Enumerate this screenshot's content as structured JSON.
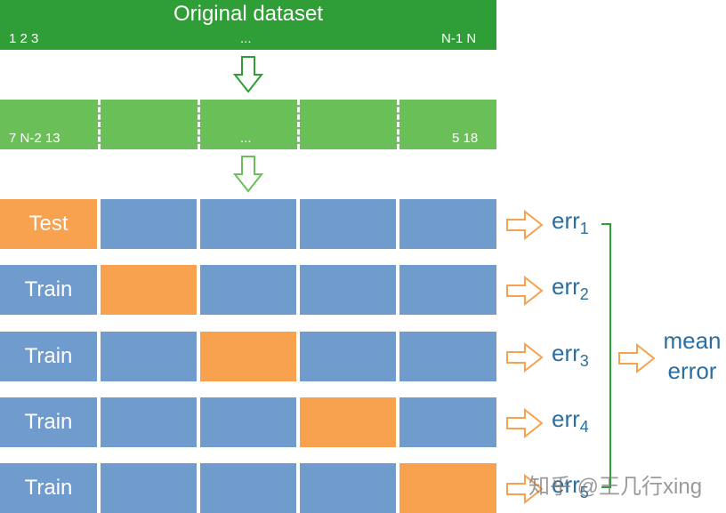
{
  "original": {
    "title": "Original dataset",
    "ticks_left": "1  2  3",
    "ticks_middle": "...",
    "ticks_right": "N-1  N"
  },
  "shuffled": {
    "ticks_left": "7  N-2  13",
    "ticks_middle": "...",
    "ticks_right": "5  18"
  },
  "folds": [
    {
      "label": "Test",
      "err": "err",
      "sub": "1"
    },
    {
      "label": "Train",
      "err": "err",
      "sub": "2"
    },
    {
      "label": "Train",
      "err": "err",
      "sub": "3"
    },
    {
      "label": "Train",
      "err": "err",
      "sub": "4"
    },
    {
      "label": "Train",
      "err": "err",
      "sub": "5"
    }
  ],
  "mean": {
    "line1": "mean",
    "line2": "error"
  },
  "watermark": "知乎 @王几行xing",
  "colors": {
    "dataset_green": "#2f9e36",
    "shuffled_green": "#6bbf59",
    "train_blue": "#6f9ccc",
    "test_orange": "#f8a14e",
    "text_blue": "#2a6fa0"
  }
}
